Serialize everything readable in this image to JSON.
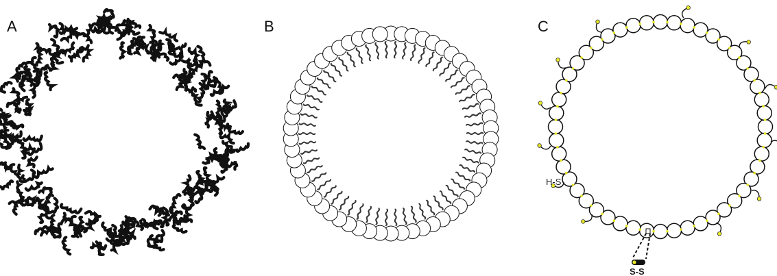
{
  "panels": [
    {
      "label": "A",
      "kind": "tangled-polymer-shell"
    },
    {
      "label": "B",
      "kind": "lipid-bilayer-vesicle"
    },
    {
      "label": "C",
      "kind": "crosslinked-bead-ring"
    }
  ],
  "annotations": {
    "thiol": "H-S",
    "disulfide": "S-S"
  },
  "colors": {
    "ink": "#111111",
    "thiol_dot": "#e8e826",
    "head_fill": "#ffffff",
    "tail_stroke": "#333333"
  }
}
